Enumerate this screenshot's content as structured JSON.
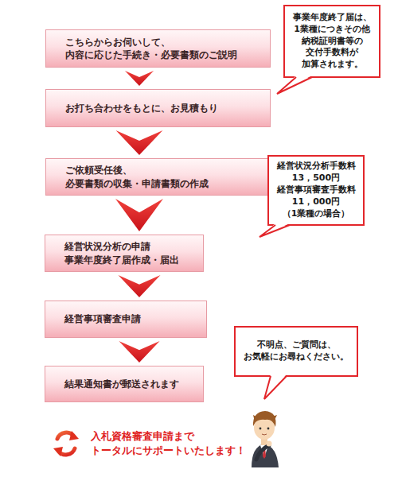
{
  "diagram": {
    "nodes": [
      {
        "text": [
          "こちらからお伺いして、 内容に応じた手続き・必要書類のご説明"
        ]
      },
      {
        "text": [
          "事業年度終了届は、 1業種につきその他 納税証明書等の 交付手数料が 加算されます。"
        ]
      },
      {
        "text": [
          "お打ち合わせをもとに、お見積もり"
        ]
      },
      {
        "text": [
          "ご依頼受任後、 必要書類の収集・申請書類の作成"
        ]
      },
      {
        "text": [
          "経営状況分析手数料 13，500円 経営事項審査手数料 11，000円 （1業種の場合）"
        ]
      },
      {
        "text": [
          "経営状況分析の申請 事業年度終了届作成・届出"
        ]
      },
      {
        "text": [
          "経営事項審査申請"
        ]
      },
      {
        "text": [
          "不明点、ご質問は、 お気軽にお尋ねください。"
        ]
      },
      {
        "text": [
          "結果通知書が郵送されます"
        ]
      }
    ],
    "edges": [
      {
        "from": 0,
        "to": 2,
        "arrow": "to"
      },
      {
        "from": 2,
        "to": 3,
        "arrow": "to"
      },
      {
        "from": 3,
        "to": 5,
        "arrow": "to"
      },
      {
        "from": 5,
        "to": 6,
        "arrow": "to"
      },
      {
        "from": 6,
        "to": 8,
        "arrow": "to"
      }
    ],
    "labels": [
      "入札資格審査申請まで トータルにサポートいたします！"
    ]
  }
}
